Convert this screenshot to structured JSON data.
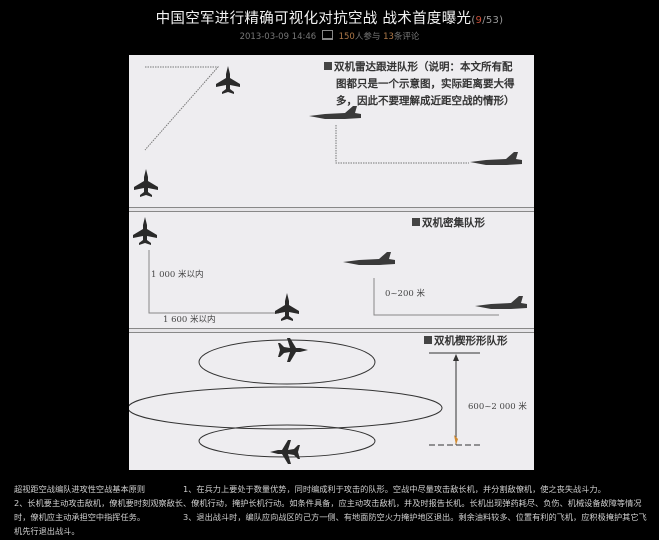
{
  "header": {
    "title": "中国空军进行精确可视化对抗空战  战术首度曝光",
    "pager_open": "(",
    "pager_current": "9",
    "pager_total": "/53)",
    "datetime": "2013-03-09 14:46",
    "comment_icon": "comment-icon",
    "participants": "150",
    "participants_suffix": "人参与",
    "comments": "13",
    "comments_suffix": "条评论"
  },
  "figure": {
    "panel1": {
      "label_line1": "双机雷达跟进队形（说明：本文所有配",
      "label_line2": "图都只是一个示意图，实际距离要大得",
      "label_line3": "多，因此不要理解成近距空战的情形）"
    },
    "panel2": {
      "label": "双机密集队形",
      "dist_vertical": "1 000 米以内",
      "dist_horizontal": "1 600 米以内",
      "dist_spacing": "0~200 米"
    },
    "panel3": {
      "label": "双机楔形形队形",
      "dist_altitude": "600~2 000 米"
    }
  },
  "footer": {
    "lines": [
      {
        "left": "超视距空战编队进攻性空战基本原则",
        "right": "1、在兵力上要处于数量优势，同时编成利于攻击的队形。空战中尽量攻击敌长机，并分割敌僚机，使之丧失战斗力。"
      },
      {
        "full": "2、长机要主动攻击敌机，僚机要时刻观察敌长、僚机行动，掩护长机行动。如条件具备，应主动攻击敌机，并及时报告长机。长机出现弹药耗尽、负伤、机械设备故障等情况"
      },
      {
        "left": "时，僚机应主动承担空中指挥任务。",
        "right": "3、退出战斗时，编队应向战区的己方一侧、有地面防空火力掩护地区退出。剩余油料较多、位置有利的飞机，应积极掩护其它飞"
      },
      {
        "full": "机先行退出战斗。"
      }
    ]
  }
}
